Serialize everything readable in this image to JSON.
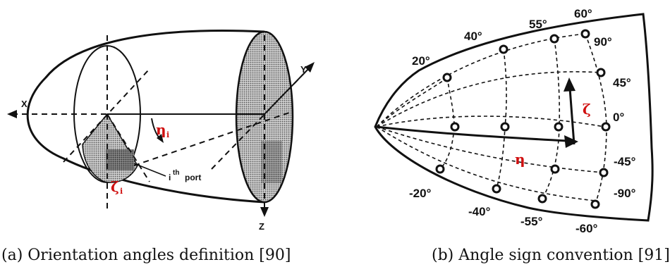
{
  "panel_a": {
    "caption": "(a) Orientation angles definition [90]",
    "labels": {
      "x_axis": "X",
      "y_axis": "Y",
      "z_axis": "Z",
      "eta": "η",
      "eta_sub": "i",
      "zeta": "ζ",
      "zeta_sub": "i",
      "port_i": "i",
      "port_th": "th",
      "port_word": "port"
    }
  },
  "panel_b": {
    "caption": "(b) Angle sign convention [91]",
    "eta_label": "η",
    "zeta_label": "ζ",
    "angle_labels": {
      "a20": "20°",
      "a40": "40°",
      "a55": "55°",
      "a60": "60°",
      "a90": "90°",
      "a45": "45°",
      "a0": "0°",
      "am45": "-45°",
      "am90": "-90°",
      "am20": "-20°",
      "am40": "-40°",
      "am55": "-55°",
      "am60": "-60°"
    }
  },
  "colors": {
    "accent_red": "#d01010",
    "ink": "#111111",
    "shade": "#9a9a9a"
  }
}
